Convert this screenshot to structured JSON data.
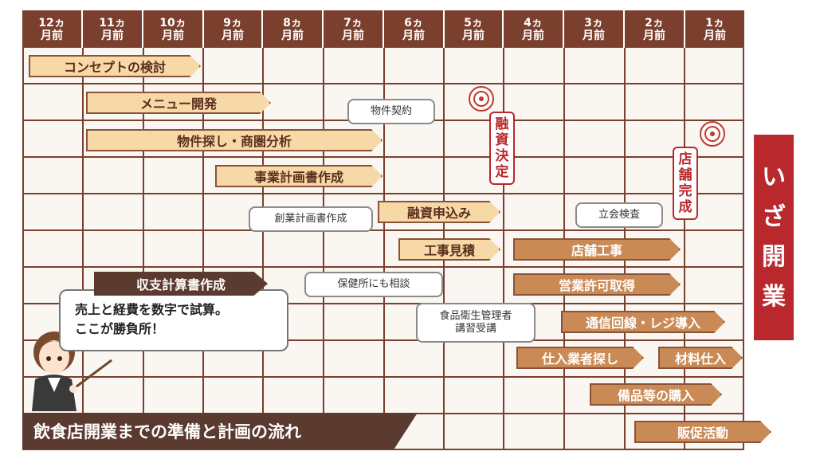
{
  "months": [
    "12ヵ\n月前",
    "11ヵ\n月前",
    "10ヵ\n月前",
    "9ヵ\n月前",
    "8ヵ\n月前",
    "7ヵ\n月前",
    "6ヵ\n月前",
    "5ヵ\n月前",
    "4ヵ\n月前",
    "3ヵ\n月前",
    "2ヵ\n月前",
    "1ヵ\n月前"
  ],
  "tasks": {
    "concept": "コンセプトの検討",
    "menu": "メニュー開発",
    "property_search": "物件探し・商圏分析",
    "business_plan": "事業計画書作成",
    "financing_apply": "融資申込み",
    "construction_estimate": "工事見積",
    "store_construction": "店舗工事",
    "business_permit": "営業許可取得",
    "telecom_register": "通信回線・レジ導入",
    "supplier_search": "仕入業者探し",
    "ingredient_purchase": "材料仕入",
    "equipment_purchase": "備品等の購入",
    "sales_promotion": "販促活動"
  },
  "bubbles": {
    "property_contract": "物件契約",
    "startup_plan": "創業計画書作成",
    "health_center": "保健所にも相談",
    "food_hygiene": "食品衛生管理者\n講習受講",
    "inspection": "立会検査"
  },
  "flags": {
    "financing_decided": "融\n資\n決\n定",
    "store_completed": "店\n舗\n完\n成"
  },
  "goal_label": "い\nざ\n開\n業",
  "note": {
    "tag": "収支計算書作成",
    "text": "売上と経費を数字で試算。\nここが勝負所！"
  },
  "footer_title": "飲食店開業までの準備と計画の流れ",
  "colors": {
    "grid": "#7b3f2d",
    "bar_light": "#f7d9a8",
    "bar_dark": "#c98a55",
    "accent_red": "#b8282c",
    "footer": "#5b3a30"
  }
}
